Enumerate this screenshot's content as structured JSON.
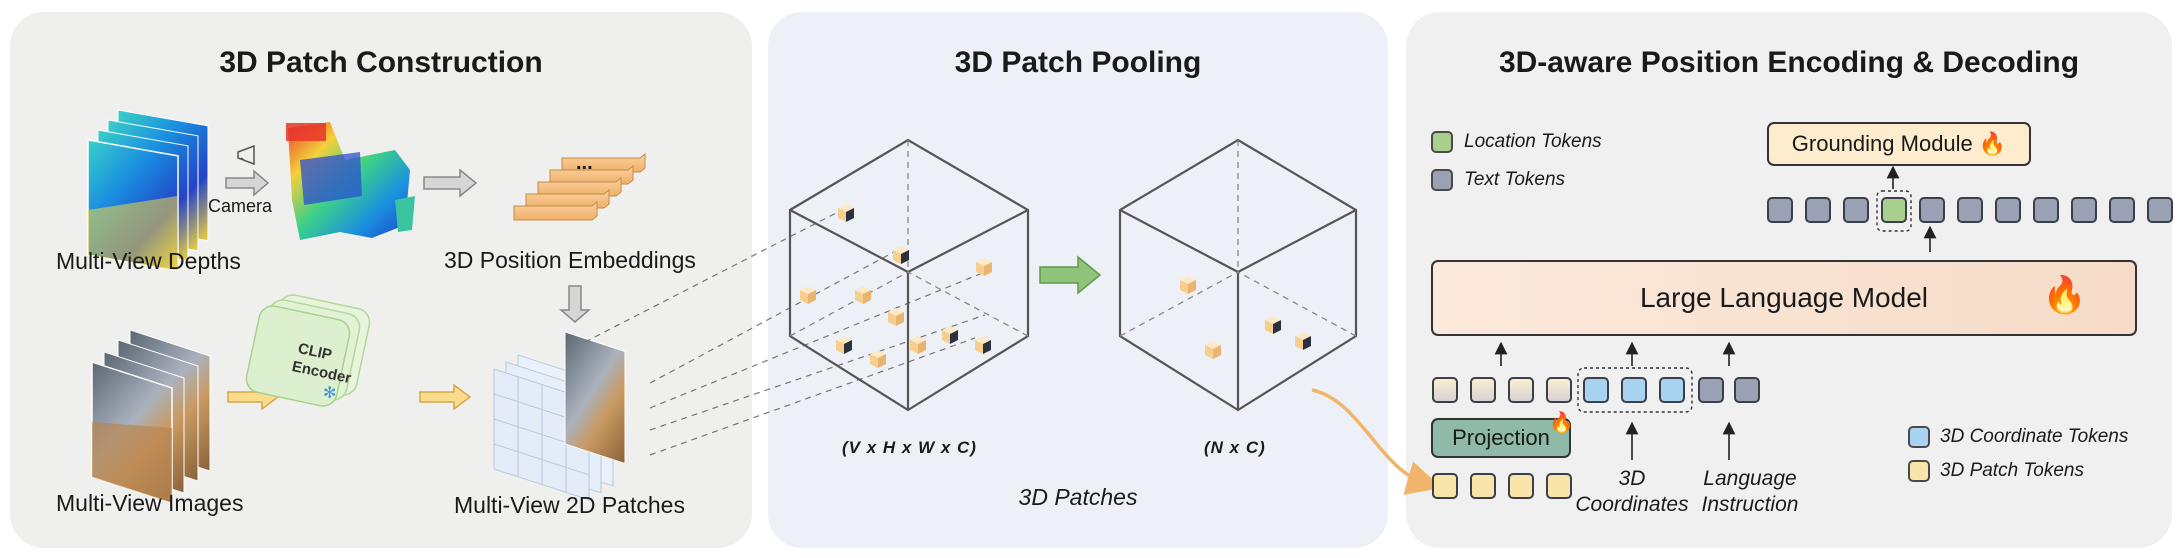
{
  "panels": {
    "construction": {
      "title": "3D Patch Construction",
      "depths_label": "Multi-View Depths",
      "camera_label": "Camera",
      "pos_emb_label": "3D Position Embeddings",
      "pos_emb_dots": "...",
      "images_label": "Multi-View Images",
      "clip_line1": "CLIP",
      "clip_line2": "Encoder",
      "patches_label": "Multi-View 2D Patches"
    },
    "pooling": {
      "title": "3D Patch Pooling",
      "dims_before": "(V x H x W x C)",
      "dims_after": "(N x C)",
      "patches_label": "3D Patches"
    },
    "encoding": {
      "title": "3D-aware Position Encoding & Decoding",
      "legend_location": "Location Tokens",
      "legend_text": "Text Tokens",
      "grounding_module": "Grounding Module",
      "llm": "Large Language Model",
      "projection": "Projection",
      "coords_label_line1": "3D",
      "coords_label_line2": "Coordinates",
      "lang_label_line1": "Language",
      "lang_label_line2": "Instruction",
      "legend_coord": "3D Coordinate Tokens",
      "legend_patch": "3D Patch Tokens"
    }
  },
  "colors": {
    "location_token": "#a9cf8e",
    "text_token": "#9aa1b5",
    "coord_token": "#a8d4f2",
    "patch_token": "#f9e4a9",
    "llm_fill": "#f8e1d2",
    "grounding_fill": "#fdeccd",
    "projection_fill": "#8fbaaa",
    "arrow_green": "#8fc47a",
    "arrow_orange": "#f0b56a"
  }
}
